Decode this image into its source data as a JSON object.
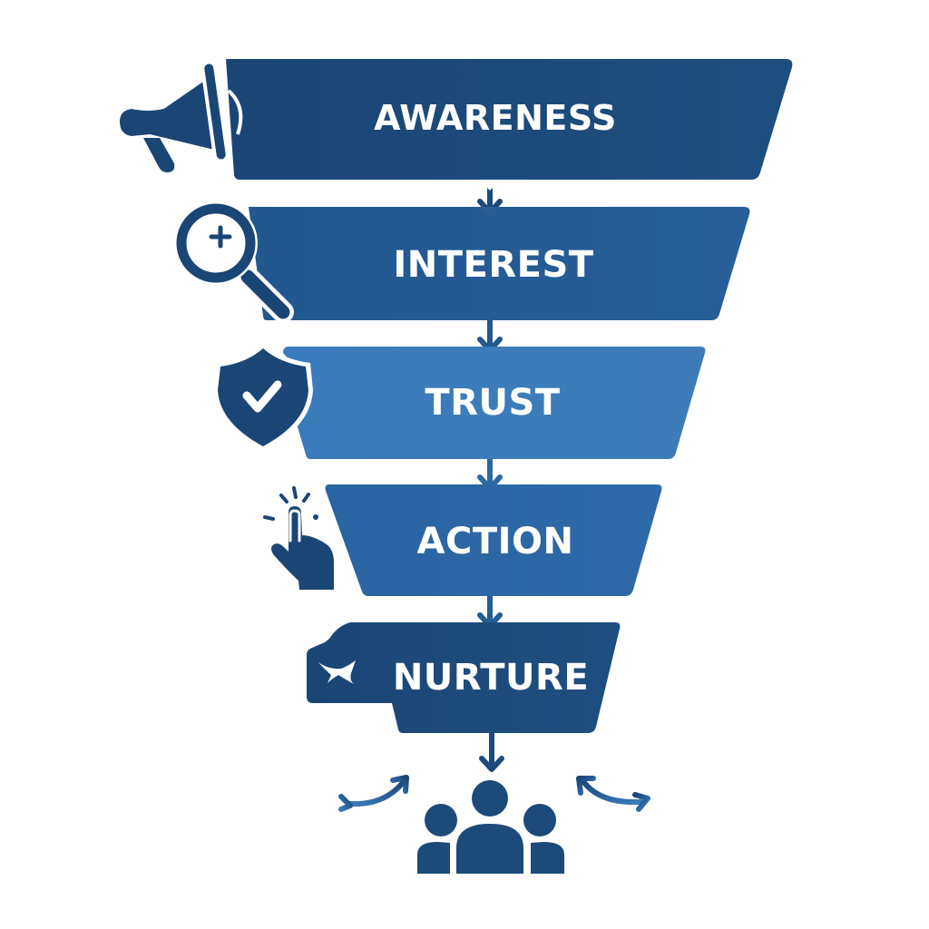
{
  "diagram": {
    "type": "funnel",
    "colors": {
      "background": "#ffffff",
      "dark_blue": "#1c4a7a",
      "medium_blue": "#245d97",
      "light_blue": "#3b7cbb",
      "action_blue": "#2c67a6",
      "icon_blue": "#1a4676",
      "outline": "#ffffff"
    },
    "stages": [
      {
        "id": "awareness",
        "label": "AWARENESS",
        "icon": "megaphone-icon",
        "color": "#1c4a7a"
      },
      {
        "id": "interest",
        "label": "INTEREST",
        "icon": "magnifying-glass-plus-icon",
        "color": "#245d97"
      },
      {
        "id": "trust",
        "label": "TRUST",
        "icon": "shield-check-icon",
        "color": "#3b7cbb"
      },
      {
        "id": "action",
        "label": "ACTION",
        "icon": "tap-hand-icon",
        "color": "#2c67a6"
      },
      {
        "id": "nurture",
        "label": "NURTURE",
        "icon": "paper-plane-icon",
        "color": "#1c4a7a"
      }
    ],
    "connectors": [
      {
        "from": "awareness",
        "to": "interest",
        "icon": "arrow-down-icon"
      },
      {
        "from": "interest",
        "to": "trust",
        "icon": "arrow-down-icon"
      },
      {
        "from": "trust",
        "to": "action",
        "icon": "arrow-down-icon"
      },
      {
        "from": "action",
        "to": "nurture",
        "icon": "arrow-down-icon"
      },
      {
        "from": "nurture",
        "to": "community",
        "icon": "arrow-down-icon"
      }
    ],
    "outcome": {
      "icon": "group-of-people-icon",
      "side_arrows": [
        "curved-double-arrow-left-icon",
        "curved-double-arrow-right-icon"
      ]
    }
  }
}
